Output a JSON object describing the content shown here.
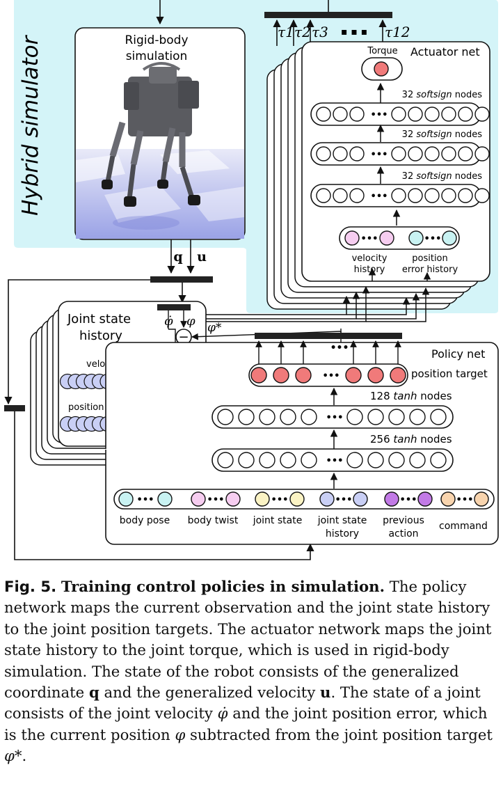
{
  "hybrid_simulator": {
    "title": "Hybrid simulator",
    "bg_color": "#d4f4f8"
  },
  "rigid_body": {
    "title_line1": "Rigid-body",
    "title_line2": "simulation",
    "state_q": "q",
    "state_u": "u"
  },
  "torques": {
    "labels": [
      "τ1",
      "τ2",
      "τ3",
      "τ12"
    ],
    "ellipsis": "▪ ▪ ▪"
  },
  "actuator_net": {
    "title": "Actuator net",
    "output_label": "Torque",
    "layers": [
      {
        "count": "32",
        "activation": "softsign",
        "suffix": "nodes"
      },
      {
        "count": "32",
        "activation": "softsign",
        "suffix": "nodes"
      },
      {
        "count": "32",
        "activation": "softsign",
        "suffix": "nodes"
      }
    ],
    "inputs": [
      {
        "line1": "velocity",
        "line2": "history",
        "color": "#f6cdf0"
      },
      {
        "line1": "position",
        "line2": "error history",
        "color": "#c8f2f2"
      }
    ],
    "output_color": "#f07a7a"
  },
  "joint_state_history": {
    "title_line1": "Joint state",
    "title_line2": "history",
    "phi_dot": "φ̇",
    "phi": "φ",
    "phi_star": "φ*",
    "minus": "−",
    "velocity_label": "velocity history",
    "position_error_label": "position error history",
    "node_color": "#c9cff5"
  },
  "policy_net": {
    "title": "Policy net",
    "output_label": "position target",
    "output_color": "#f07a7a",
    "layers": [
      {
        "count": "128",
        "activation": "tanh",
        "suffix": "nodes"
      },
      {
        "count": "256",
        "activation": "tanh",
        "suffix": "nodes"
      }
    ],
    "inputs": [
      {
        "line1": "body pose",
        "line2": "",
        "color": "#c8f2f2"
      },
      {
        "line1": "body twist",
        "line2": "",
        "color": "#f6cdf0"
      },
      {
        "line1": "joint state",
        "line2": "",
        "color": "#fbf3c4"
      },
      {
        "line1": "joint state",
        "line2": "history",
        "color": "#c9cff5"
      },
      {
        "line1": "previous",
        "line2": "action",
        "color": "#c27ae6"
      },
      {
        "line1": "command",
        "line2": "",
        "color": "#f8d4ae"
      }
    ]
  },
  "caption": {
    "fig": "Fig. 5.",
    "head": "Training control policies in simulation.",
    "s1": "The policy network maps the current observation and the joint state history to the joint position targets. The actuator network maps the joint state history to the joint torque, which is used in rigid-body simulation. The state of the robot consists of the generalized coordinate",
    "q": "q",
    "s2": "and the generalized velocity",
    "u": "u",
    "s3": ". The state of a joint consists of the joint velocity",
    "phidot": "φ̇",
    "s4": "and the joint position error, which is the current position",
    "phi": "φ",
    "s5": "subtracted from the joint position target",
    "phistar": "φ*",
    "s6": "."
  }
}
